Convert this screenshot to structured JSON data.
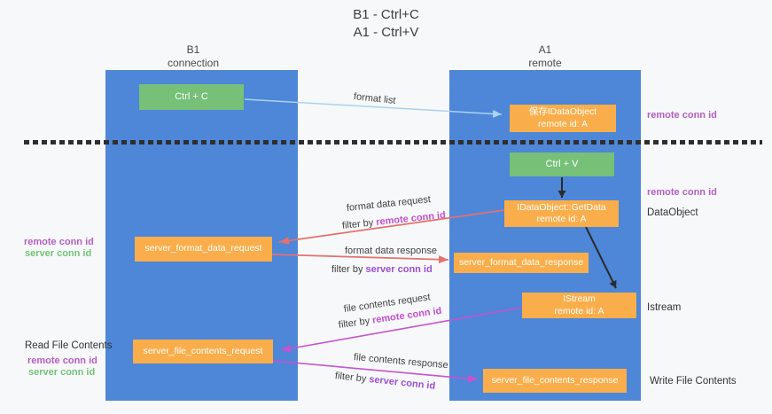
{
  "title": {
    "line1": "B1 - Ctrl+C",
    "line2": "A1 - Ctrl+V"
  },
  "columns": {
    "left": {
      "name": "B1",
      "subtitle": "connection"
    },
    "right": {
      "name": "A1",
      "subtitle": "remote"
    }
  },
  "boxes": {
    "ctrl_c": {
      "label": "Ctrl + C"
    },
    "save_idataobject": {
      "line1": "保存IDataObject",
      "line2": "remote id: A"
    },
    "ctrl_v": {
      "label": "Ctrl + V"
    },
    "getdata": {
      "line1": "IDataObject::GetData",
      "line2": "remote id: A"
    },
    "server_format_data_request": {
      "label": "server_format_data_request"
    },
    "server_format_data_response": {
      "label": "server_format_data_response"
    },
    "istream": {
      "line1": "IStream",
      "line2": "remote id: A"
    },
    "server_file_contents_request": {
      "label": "server_file_contents_request"
    },
    "server_file_contents_response": {
      "label": "server_file_contents_response"
    }
  },
  "flow_labels": {
    "format_list": "format list",
    "format_data_request": "format data request",
    "format_data_response": "format data response",
    "file_contents_request": "file contents request",
    "file_contents_response": "file contents response",
    "filter_by": "filter by ",
    "remote_conn_id": "remote conn id",
    "server_conn_id": "server conn id"
  },
  "side_labels": {
    "remote_conn_id": "remote conn id",
    "server_conn_id": "server conn id",
    "dataobject": "DataObject",
    "istream": "Istream",
    "read_file_contents": "Read File Contents",
    "write_file_contents": "Write File Contents"
  },
  "colors": {
    "column_blue": "#4e86d8",
    "box_green": "#76c078",
    "box_orange": "#f9ae4b",
    "arrow_salmon": "#e4716d",
    "arrow_magenta": "#c653ce",
    "arrow_lightblue": "#a9d3ee",
    "arrow_black": "#2b2b2b",
    "label_purple": "#b35fc4",
    "label_green": "#72c376",
    "label_magenta": "#c44fd0",
    "label_violet": "#9a4fd2",
    "text_dark": "#3d3d3d",
    "background": "#f7f8f9"
  }
}
